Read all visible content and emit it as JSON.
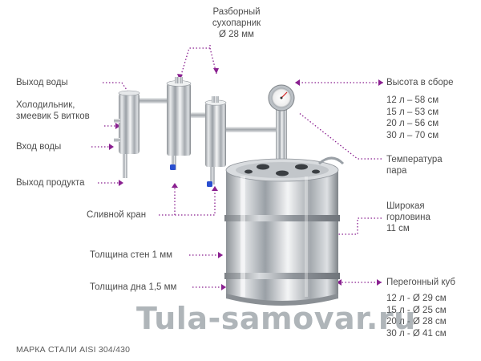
{
  "labels": {
    "sukhoparnik": [
      "Разборный",
      "сухопарник",
      "Ø 28 мм"
    ],
    "water_out": "Выход воды",
    "cooler": [
      "Холодильник,",
      "змеевик 5 витков"
    ],
    "water_in": "Вход воды",
    "product_out": "Выход продукта",
    "drain": "Сливной кран",
    "wall": "Толщина стен 1 мм",
    "bottom": "Толщина дна 1,5 мм",
    "height_title": "Высота в сборе",
    "heights": [
      "12 л – 58 см",
      "15 л – 53 см",
      "20 л – 56 см",
      "30 л – 70 см"
    ],
    "temp": [
      "Температура",
      "пара"
    ],
    "neck": [
      "Широкая",
      "горловина",
      "11 см"
    ],
    "cube_title": "Перегонный куб",
    "cubes": [
      "12 л - Ø 29 см",
      "15 л - Ø 25 см",
      "20 л - Ø 28 см",
      "30 л - Ø 41 см"
    ],
    "steel": "МАРКА СТАЛИ AISI 304/430",
    "watermark": "Tula-samovar.ru"
  },
  "colors": {
    "accent": "#8a2090",
    "text": "#4d4d4d",
    "steel": "#c8ccd0",
    "valve": "#2a4fd0"
  }
}
